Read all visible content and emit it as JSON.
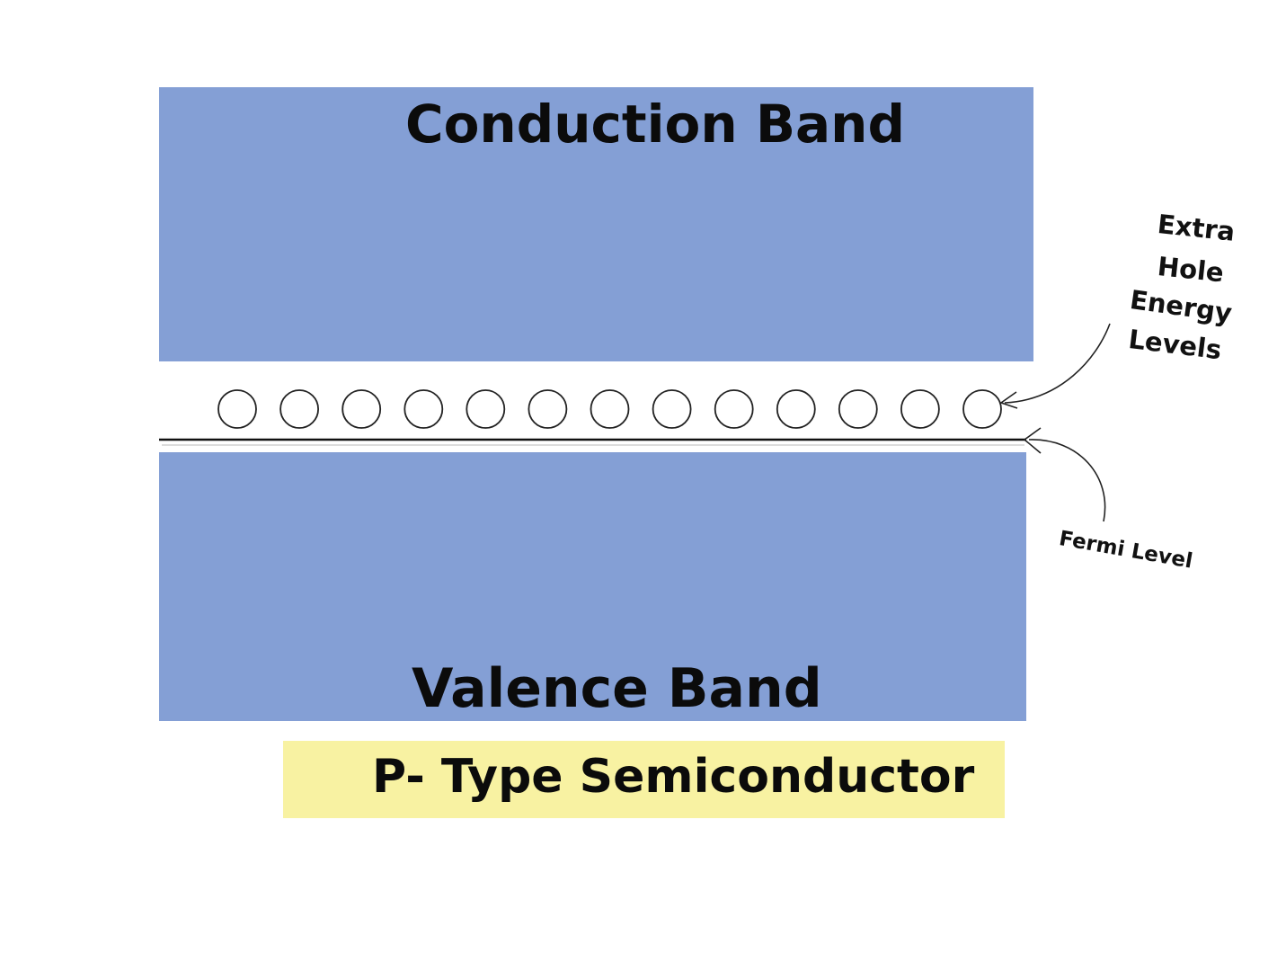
{
  "bands": {
    "conduction": "Conduction Band",
    "valence": "Valence Band"
  },
  "caption": "P- Type Semiconductor",
  "annotations": {
    "extra_hole_lines": [
      "Extra",
      "Hole",
      "Energy",
      "Levels"
    ],
    "fermi_level": "Fermi Level"
  },
  "hole_count": 13,
  "colors": {
    "band_fill": "#849fd5",
    "caption_fill": "#f8f2a2",
    "text": "#0b0b0b"
  }
}
